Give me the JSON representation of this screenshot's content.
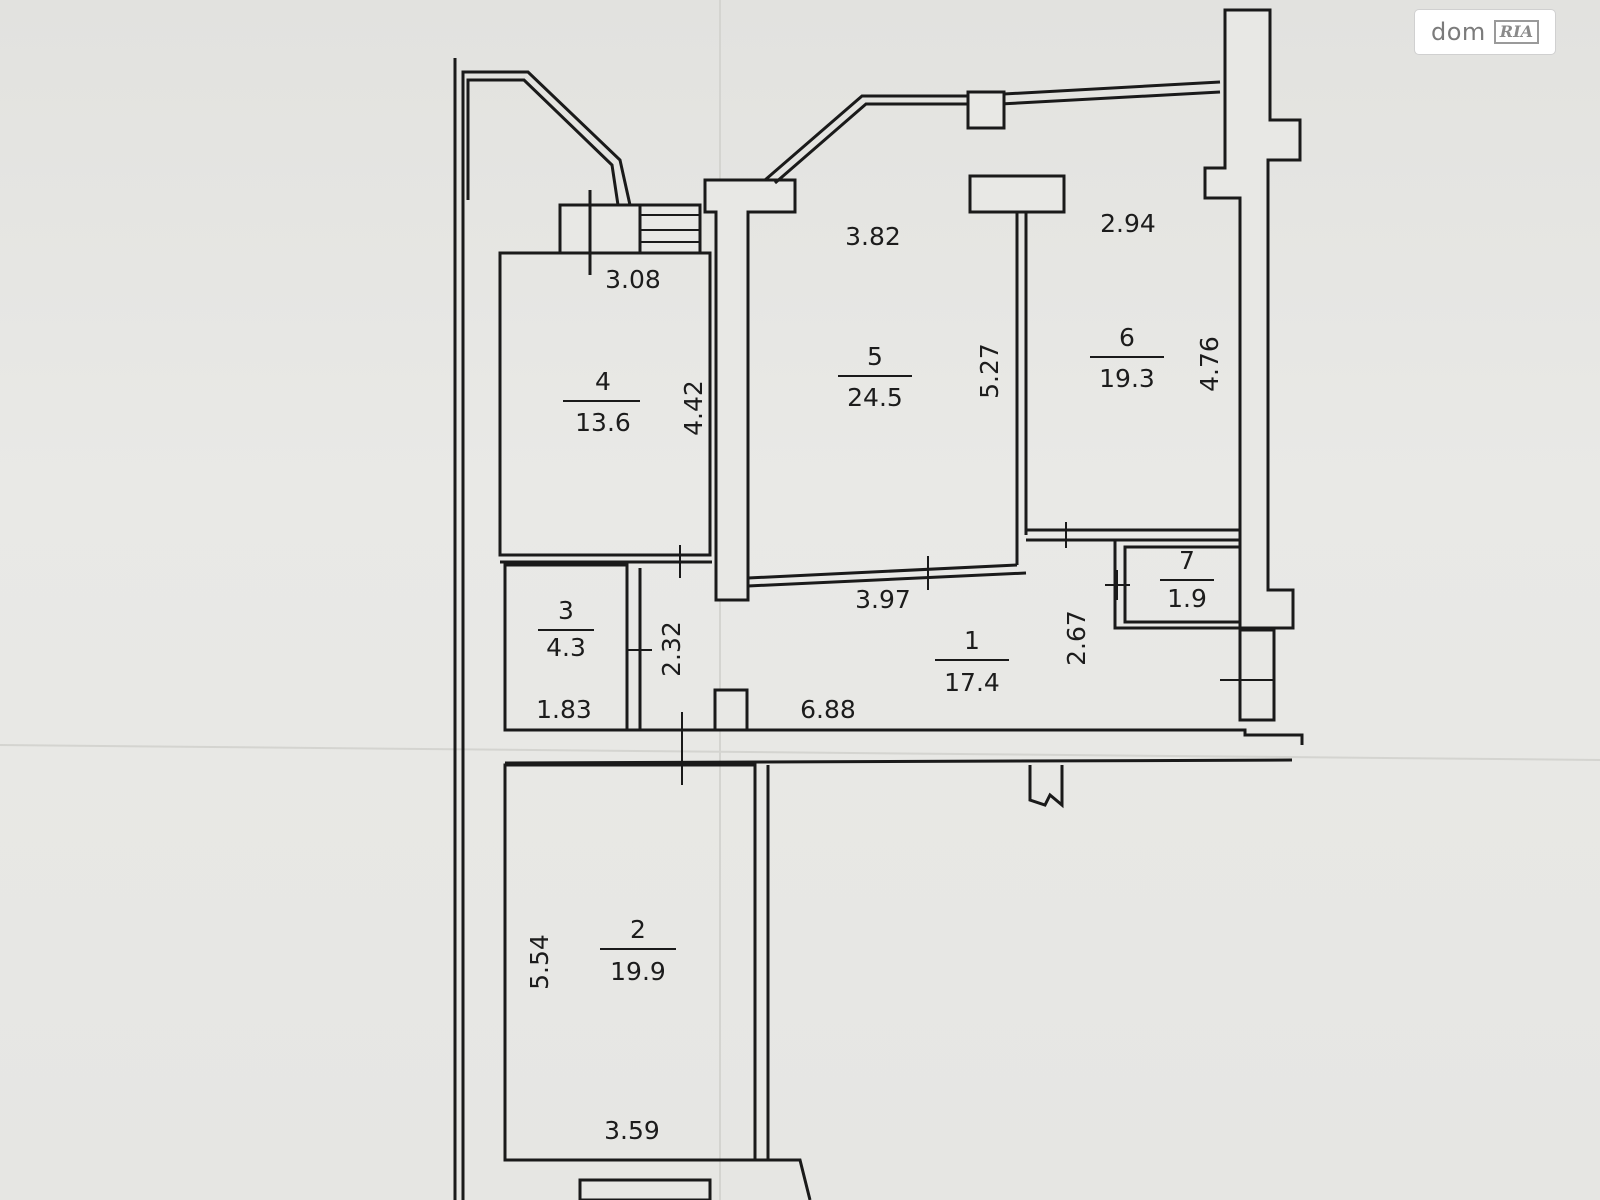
{
  "watermark": {
    "brand_left": "dom",
    "brand_right": "RIA"
  },
  "rooms": [
    {
      "number": "1",
      "area": "17.4"
    },
    {
      "number": "2",
      "area": "19.9"
    },
    {
      "number": "3",
      "area": "4.3"
    },
    {
      "number": "4",
      "area": "13.6"
    },
    {
      "number": "5",
      "area": "24.5"
    },
    {
      "number": "6",
      "area": "19.3"
    },
    {
      "number": "7",
      "area": "1.9"
    }
  ],
  "dimensions": {
    "room4_width": "3.08",
    "room4_length": "4.42",
    "room5_width": "3.82",
    "room5_length": "5.27",
    "room5_bottom": "3.97",
    "room6_width": "2.94",
    "room6_length": "4.76",
    "room3_width": "1.83",
    "corridor_width": "2.32",
    "hall_length": "6.88",
    "hall_depth": "2.67",
    "room2_length": "5.54",
    "room2_width": "3.59"
  }
}
